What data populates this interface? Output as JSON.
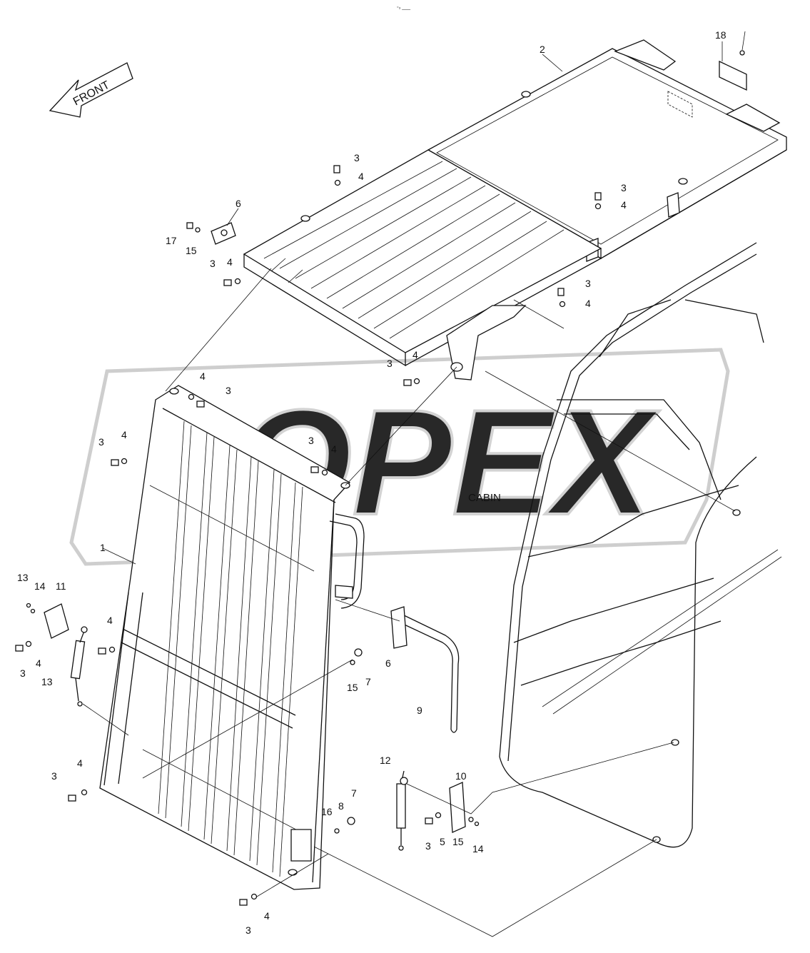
{
  "header_mark": "◦₃ ___",
  "front_label": "FRONT",
  "cabin_label": "CABIN",
  "watermark": "OPEX",
  "callouts": [
    {
      "id": "c1",
      "label": "1"
    },
    {
      "id": "c2",
      "label": "2"
    },
    {
      "id": "c3a",
      "label": "3"
    },
    {
      "id": "c3b",
      "label": "3"
    },
    {
      "id": "c3c",
      "label": "3"
    },
    {
      "id": "c3d",
      "label": "3"
    },
    {
      "id": "c3e",
      "label": "3"
    },
    {
      "id": "c3f",
      "label": "3"
    },
    {
      "id": "c3g",
      "label": "3"
    },
    {
      "id": "c3h",
      "label": "3"
    },
    {
      "id": "c3i",
      "label": "3"
    },
    {
      "id": "c3j",
      "label": "3"
    },
    {
      "id": "c3k",
      "label": "3"
    },
    {
      "id": "c3l",
      "label": "3"
    },
    {
      "id": "c4a",
      "label": "4"
    },
    {
      "id": "c4b",
      "label": "4"
    },
    {
      "id": "c4c",
      "label": "4"
    },
    {
      "id": "c4d",
      "label": "4"
    },
    {
      "id": "c4e",
      "label": "4"
    },
    {
      "id": "c4f",
      "label": "4"
    },
    {
      "id": "c4g",
      "label": "4"
    },
    {
      "id": "c4h",
      "label": "4"
    },
    {
      "id": "c4i",
      "label": "4"
    },
    {
      "id": "c4j",
      "label": "4"
    },
    {
      "id": "c4k",
      "label": "4"
    },
    {
      "id": "c4l",
      "label": "4"
    },
    {
      "id": "c5",
      "label": "5"
    },
    {
      "id": "c6a",
      "label": "6"
    },
    {
      "id": "c6b",
      "label": "6"
    },
    {
      "id": "c7a",
      "label": "7"
    },
    {
      "id": "c7b",
      "label": "7"
    },
    {
      "id": "c8",
      "label": "8"
    },
    {
      "id": "c9",
      "label": "9"
    },
    {
      "id": "c10",
      "label": "10"
    },
    {
      "id": "c11",
      "label": "11"
    },
    {
      "id": "c12",
      "label": "12"
    },
    {
      "id": "c13a",
      "label": "13"
    },
    {
      "id": "c13b",
      "label": "13"
    },
    {
      "id": "c14a",
      "label": "14"
    },
    {
      "id": "c14b",
      "label": "14"
    },
    {
      "id": "c15a",
      "label": "15"
    },
    {
      "id": "c15b",
      "label": "15"
    },
    {
      "id": "c15c",
      "label": "15"
    },
    {
      "id": "c16",
      "label": "16"
    },
    {
      "id": "c17",
      "label": "17"
    },
    {
      "id": "c18",
      "label": "18"
    }
  ]
}
